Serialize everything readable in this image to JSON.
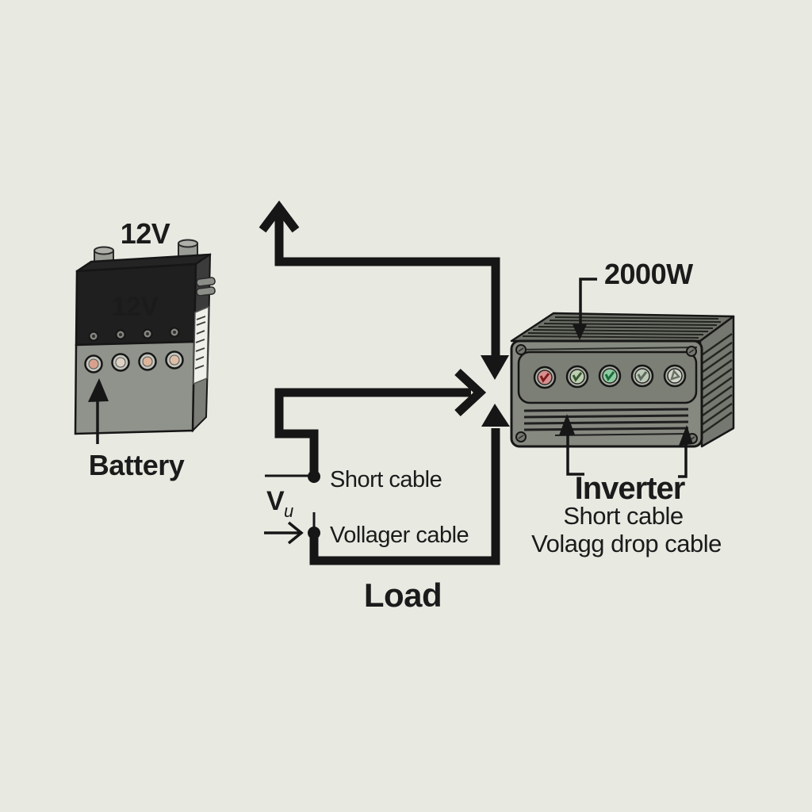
{
  "colors": {
    "background": "#e8eae2",
    "ink": "#161616",
    "text": "#1b1b1b"
  },
  "battery": {
    "voltage_top": "12V",
    "voltage_face": "12V",
    "label": "Battery"
  },
  "inverter": {
    "power": "2000W",
    "label": "Inverter",
    "caption_line1": "Short cable",
    "caption_line2": "Volagg drop cable",
    "indicators": [
      "#d98f8f",
      "#bccfae",
      "#8ecba0",
      "#bcc9b8",
      "#d0d6c8"
    ]
  },
  "wiring": {
    "short_cable": "Short cable",
    "voltage_cable": "Vollager cable",
    "load": "Load",
    "voltage_symbol": "V",
    "voltage_subscript": "u"
  }
}
